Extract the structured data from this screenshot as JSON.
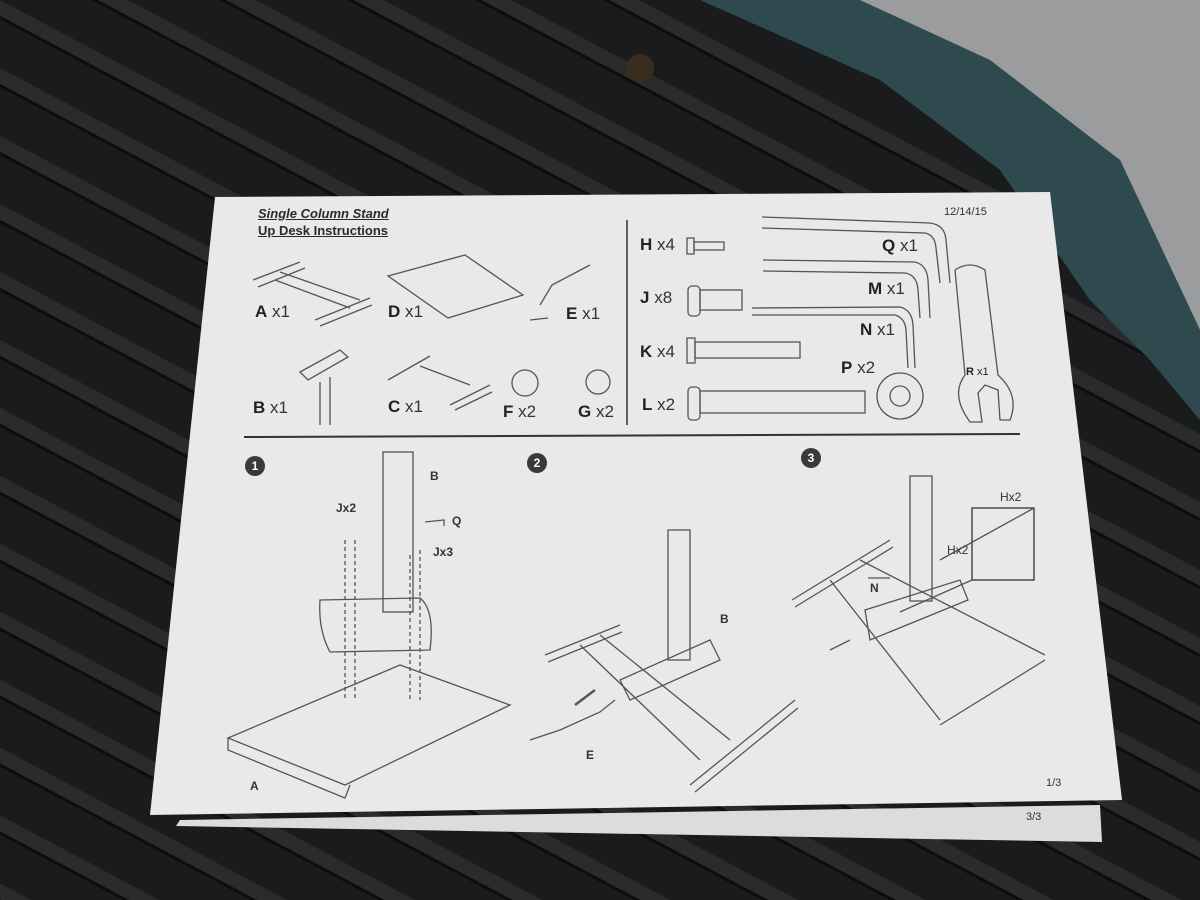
{
  "sheet": {
    "title_line1": "Single Column Stand",
    "title_line2": "Up Desk Instructions",
    "date": "12/14/15",
    "page_number": "1/3",
    "back_page_number": "3/3"
  },
  "parts": [
    {
      "letter": "A",
      "qty": "x1"
    },
    {
      "letter": "D",
      "qty": "x1"
    },
    {
      "letter": "E",
      "qty": "x1"
    },
    {
      "letter": "B",
      "qty": "x1"
    },
    {
      "letter": "C",
      "qty": "x1"
    },
    {
      "letter": "F",
      "qty": "x2"
    },
    {
      "letter": "G",
      "qty": "x2"
    }
  ],
  "hardware": [
    {
      "letter": "H",
      "qty": "x4"
    },
    {
      "letter": "J",
      "qty": "x8"
    },
    {
      "letter": "K",
      "qty": "x4"
    },
    {
      "letter": "L",
      "qty": "x2"
    },
    {
      "letter": "Q",
      "qty": "x1"
    },
    {
      "letter": "M",
      "qty": "x1"
    },
    {
      "letter": "N",
      "qty": "x1"
    },
    {
      "letter": "P",
      "qty": "x2"
    },
    {
      "letter": "R",
      "qty": "x1"
    }
  ],
  "steps": [
    {
      "number": "1",
      "callouts": [
        "B",
        "Jx2",
        "Q",
        "Jx3",
        "A"
      ]
    },
    {
      "number": "2",
      "callouts": [
        "B",
        "E"
      ]
    },
    {
      "number": "3",
      "callouts": [
        "Hx2",
        "Hx2",
        "N"
      ]
    }
  ],
  "colors": {
    "paper": "#e9e9ea",
    "mat": "#1b1c1d",
    "teal": "#2f4a4e",
    "ink": "#222222"
  }
}
